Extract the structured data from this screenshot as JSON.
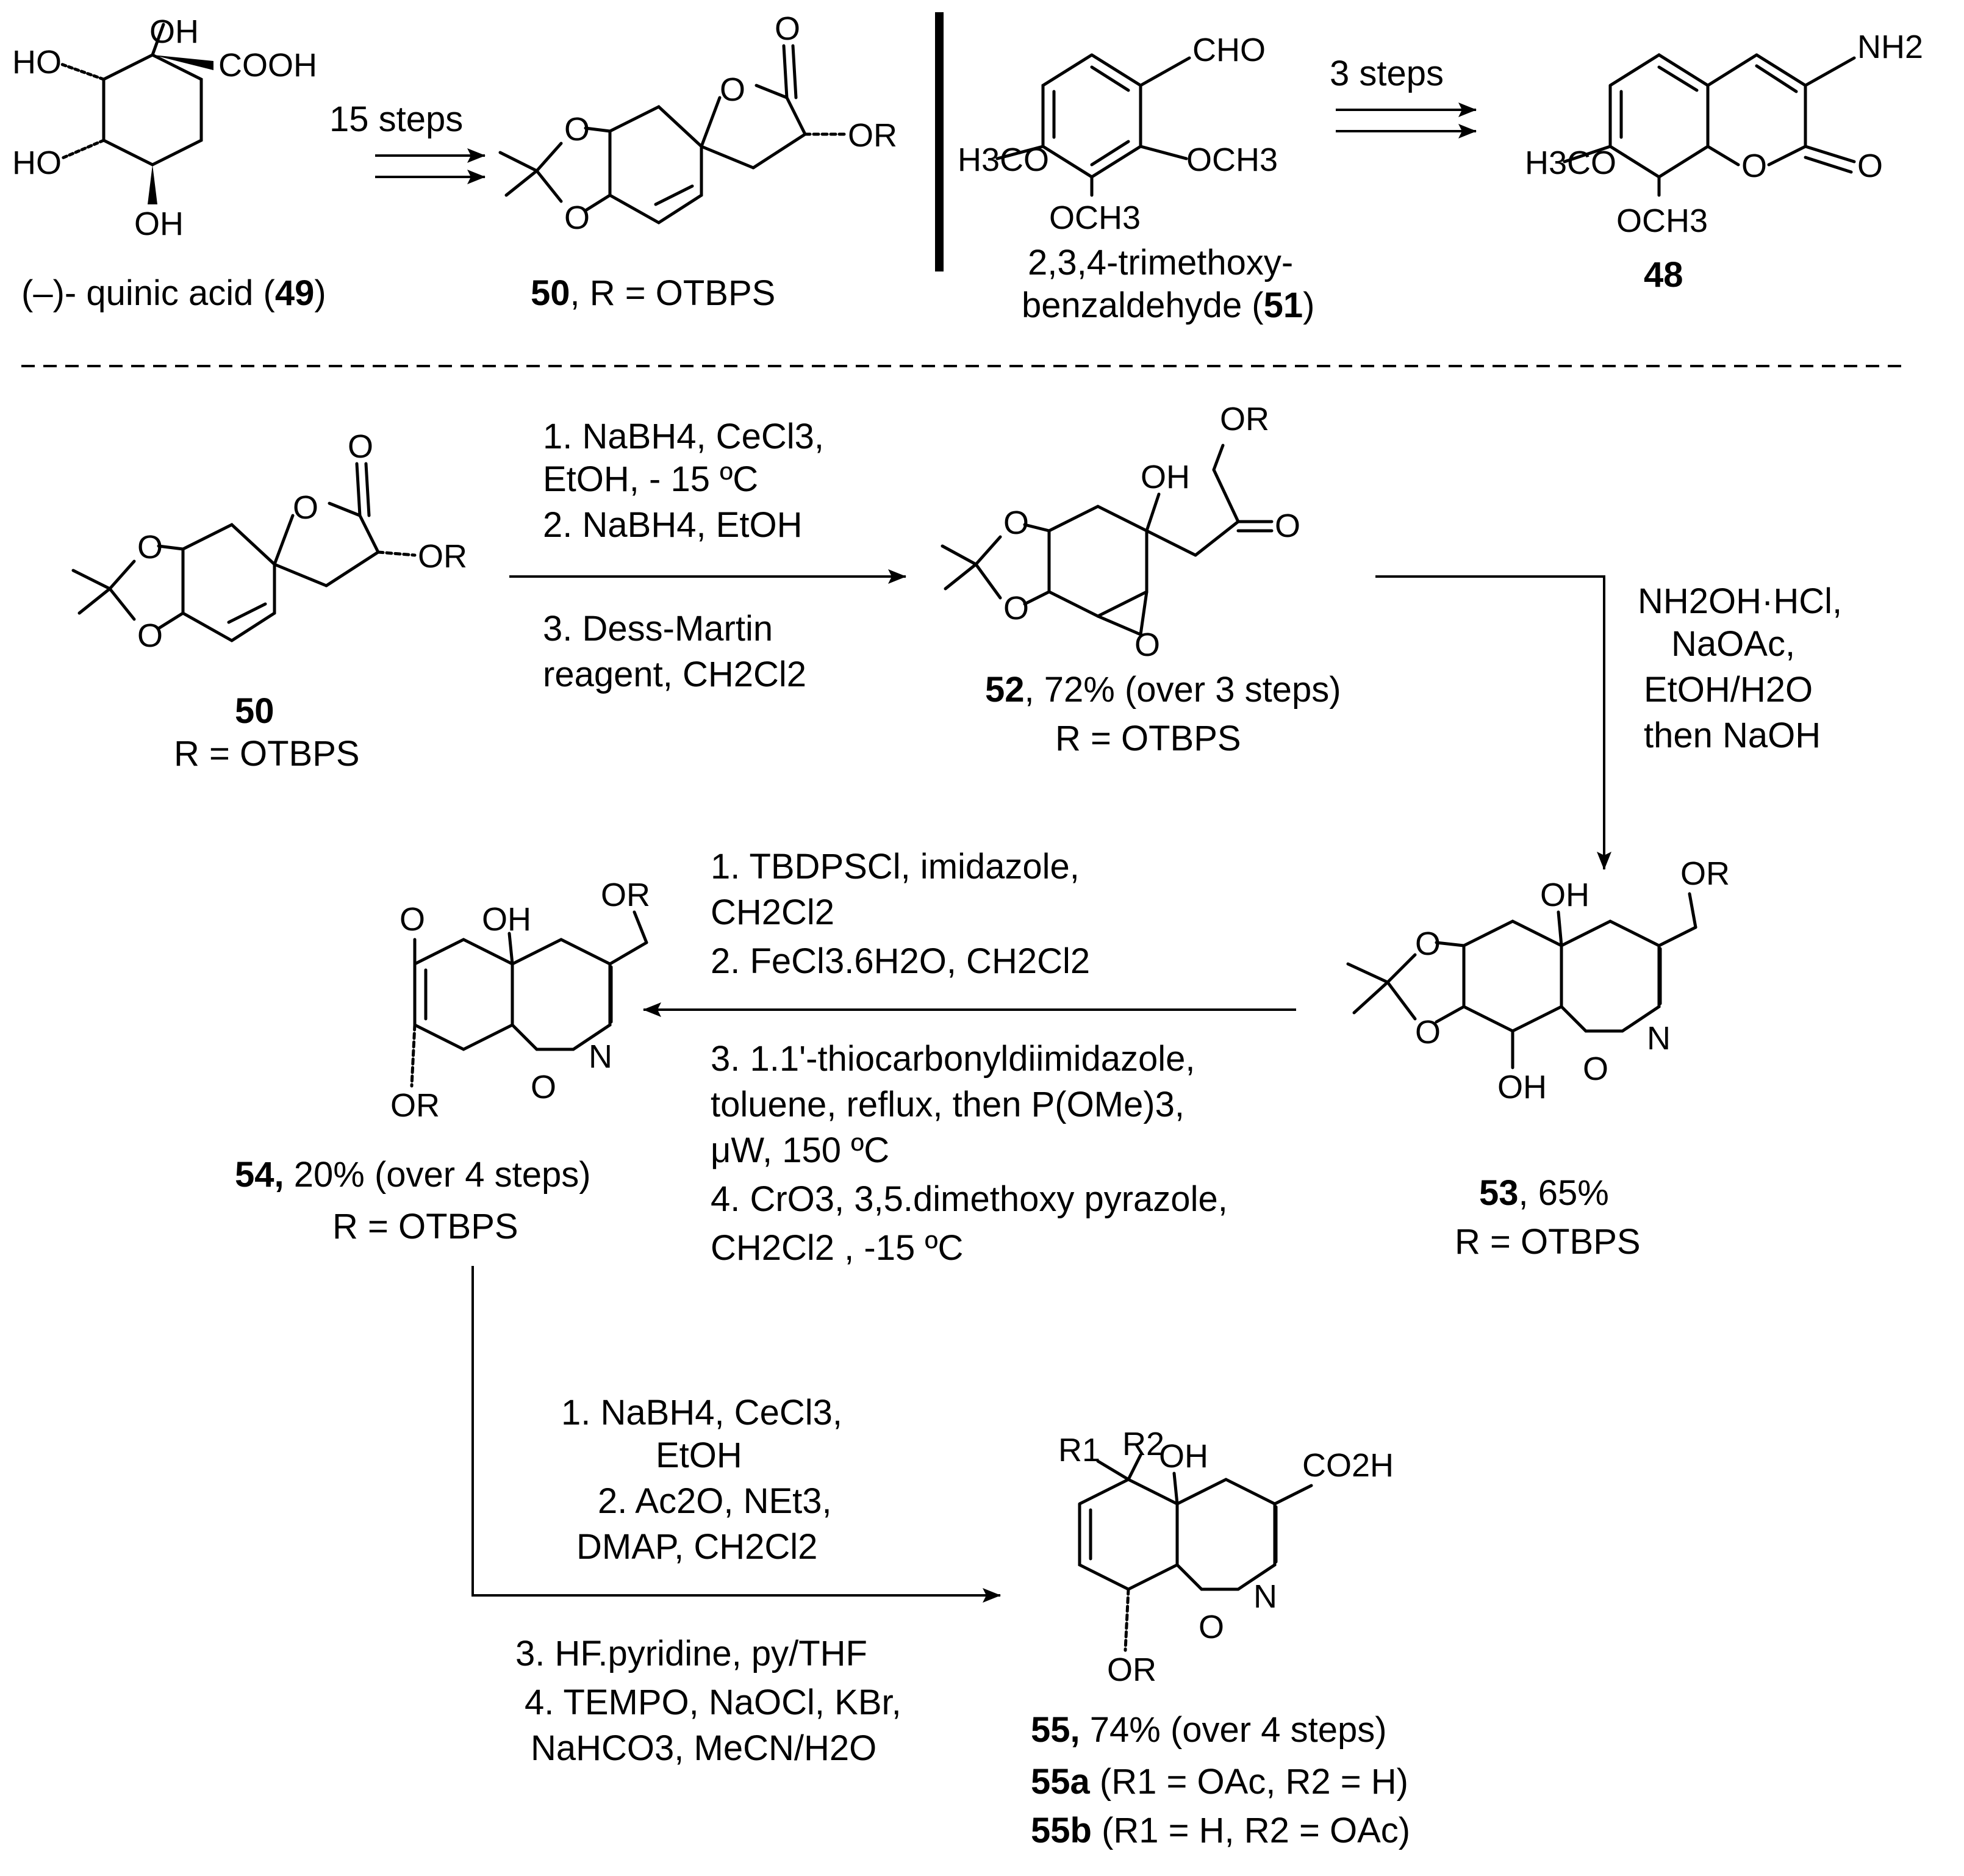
{
  "top": {
    "quinic": {
      "label": "(–)- quinic acid (",
      "num": "49",
      "close": ")",
      "atoms": [
        "HO",
        "OH",
        "COOH",
        "HO",
        "OH"
      ]
    },
    "step1": "15 steps",
    "c50_top": {
      "num": "50",
      "rest": ", R = OTBPS",
      "atoms": [
        "O",
        "O",
        "O",
        "O",
        "OR"
      ]
    },
    "ald": {
      "atoms": [
        "CHO",
        "H3CO",
        "OCH3",
        "OCH3"
      ],
      "line1": "2,3,4-trimethoxy-",
      "line2": "benzaldehyde (",
      "num": "51",
      "close": ")"
    },
    "step2": "3 steps",
    "c48": {
      "num": "48",
      "atoms": [
        "NH2",
        "H3CO",
        "O",
        "O",
        "OCH3"
      ]
    }
  },
  "row2": {
    "c50": {
      "num": "50",
      "r": "R = OTBPS",
      "atoms": [
        "O",
        "O",
        "O",
        "O",
        "OR"
      ]
    },
    "conds_a": [
      "1. NaBH4, CeCl3,",
      "EtOH, - 15 ºC",
      "2. NaBH4, EtOH"
    ],
    "conds_b": [
      "3. Dess-Martin",
      "reagent, CH2Cl2"
    ],
    "c52": {
      "num": "52",
      "rest": ", 72% (over 3 steps)",
      "r": "R = OTBPS",
      "atoms": [
        "OR",
        "OH",
        "O",
        "O",
        "O",
        "O"
      ]
    },
    "conds_c": [
      "NH2OH·HCl,",
      "NaOAc,",
      "EtOH/H2O",
      "then NaOH"
    ]
  },
  "row3": {
    "c53": {
      "num": "53",
      "rest": ", 65%",
      "r": "R = OTBPS",
      "atoms": [
        "OH",
        "OR",
        "O",
        "O",
        "N",
        "O",
        "OH"
      ]
    },
    "conds_a": [
      "1. TBDPSCl, imidazole,",
      "CH2Cl2",
      "2. FeCl3.6H2O, CH2Cl2"
    ],
    "conds_b": [
      "3. 1.1'-thiocarbonyldiimidazole,",
      "toluene, reflux, then  P(OMe)3,",
      "μW, 150 ºC",
      "4. CrO3, 3,5.dimethoxy pyrazole,",
      "CH2Cl2 , -15 ºC"
    ],
    "c54": {
      "num": "54,",
      "rest": " 20% (over 4 steps)",
      "r": "R = OTBPS",
      "atoms": [
        "O",
        "OH",
        "OR",
        "N",
        "O",
        "OR"
      ]
    }
  },
  "row4": {
    "conds_a": [
      "1. NaBH4, CeCl3,",
      "EtOH",
      "2. Ac2O, NEt3,",
      "DMAP, CH2Cl2"
    ],
    "conds_b": [
      "3. HF.pyridine, py/THF",
      "4. TEMPO, NaOCl, KBr,",
      "NaHCO3, MeCN/H2O"
    ],
    "c55": {
      "num": "55,",
      "rest": " 74% (over 4 steps)",
      "a_num": "55a",
      "a_rest": " (R1 = OAc, R2 = H)",
      "b_num": "55b",
      "b_rest": " (R1 = H, R2 = OAc)",
      "atoms": [
        "R1",
        "R2",
        "OH",
        "CO2H",
        "N",
        "O",
        "OR"
      ]
    }
  }
}
